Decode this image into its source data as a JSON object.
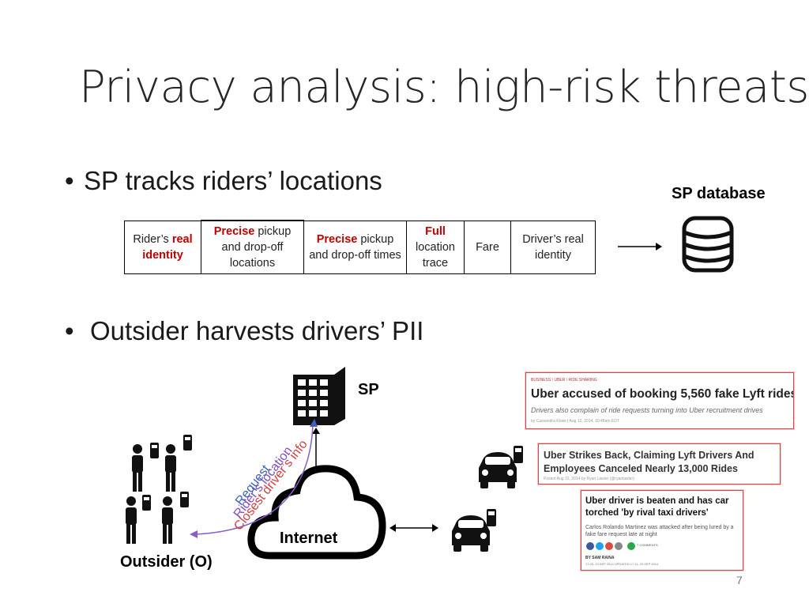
{
  "slide": {
    "title": "Privacy analysis: high-risk threats",
    "page_number": "7"
  },
  "bullets": [
    {
      "text": "SP tracks riders’ locations"
    },
    {
      "text": "Outsider harvests drivers’ PII"
    }
  ],
  "database": {
    "label": "SP database"
  },
  "record_fields": [
    {
      "pre": "Rider’s ",
      "strong": "real",
      "post_newline": "identity",
      "strong2": true
    },
    {
      "strong": "Precise",
      "rest": " pickup and drop-off locations"
    },
    {
      "strong": "Precise",
      "rest": " pickup and drop-off times"
    },
    {
      "strong": "Full",
      "rest": " location trace"
    },
    {
      "plain": "Fare"
    },
    {
      "plain": "Driver’s real identity"
    }
  ],
  "network": {
    "sp_label": "SP",
    "internet_label": "Internet",
    "outsider_label": "Outsider (O)",
    "curve_labels": [
      "Closest driver’s info",
      "Rider’s location",
      "Request"
    ],
    "curve_colors": {
      "closest": "#d04040",
      "location": "#8050c0",
      "request": "#4060c0"
    }
  },
  "news": [
    {
      "tabs": [
        "BUSINESS",
        "UBER",
        "RIDE SHARING"
      ],
      "headline": "Uber accused of booking 5,560 fake Lyft rides",
      "sub": "Drivers also complain of ride requests turning into Uber recruitment drives",
      "byline": "by Cassandra Khaw  |  Aug 12, 2014, 10:48am EDT"
    },
    {
      "headline": "Uber Strikes Back, Claiming Lyft Drivers And Employees Canceled Nearly 13,000 Rides",
      "byline": "Posted Aug 12, 2014 by Ryan Lawler (@ryanlawler)"
    },
    {
      "headline": "Uber driver is beaten and has car torched 'by rival taxi drivers'",
      "sub": "Carlos Rolando Martinez was attacked after being lured by a fake fare request late at night",
      "byline": "BY SAM RAINA",
      "meta": "17:05, 23 SEP 2014   UPDATED 17:11, 23 SEP 2014",
      "comments": "7 COMMENTS"
    }
  ]
}
